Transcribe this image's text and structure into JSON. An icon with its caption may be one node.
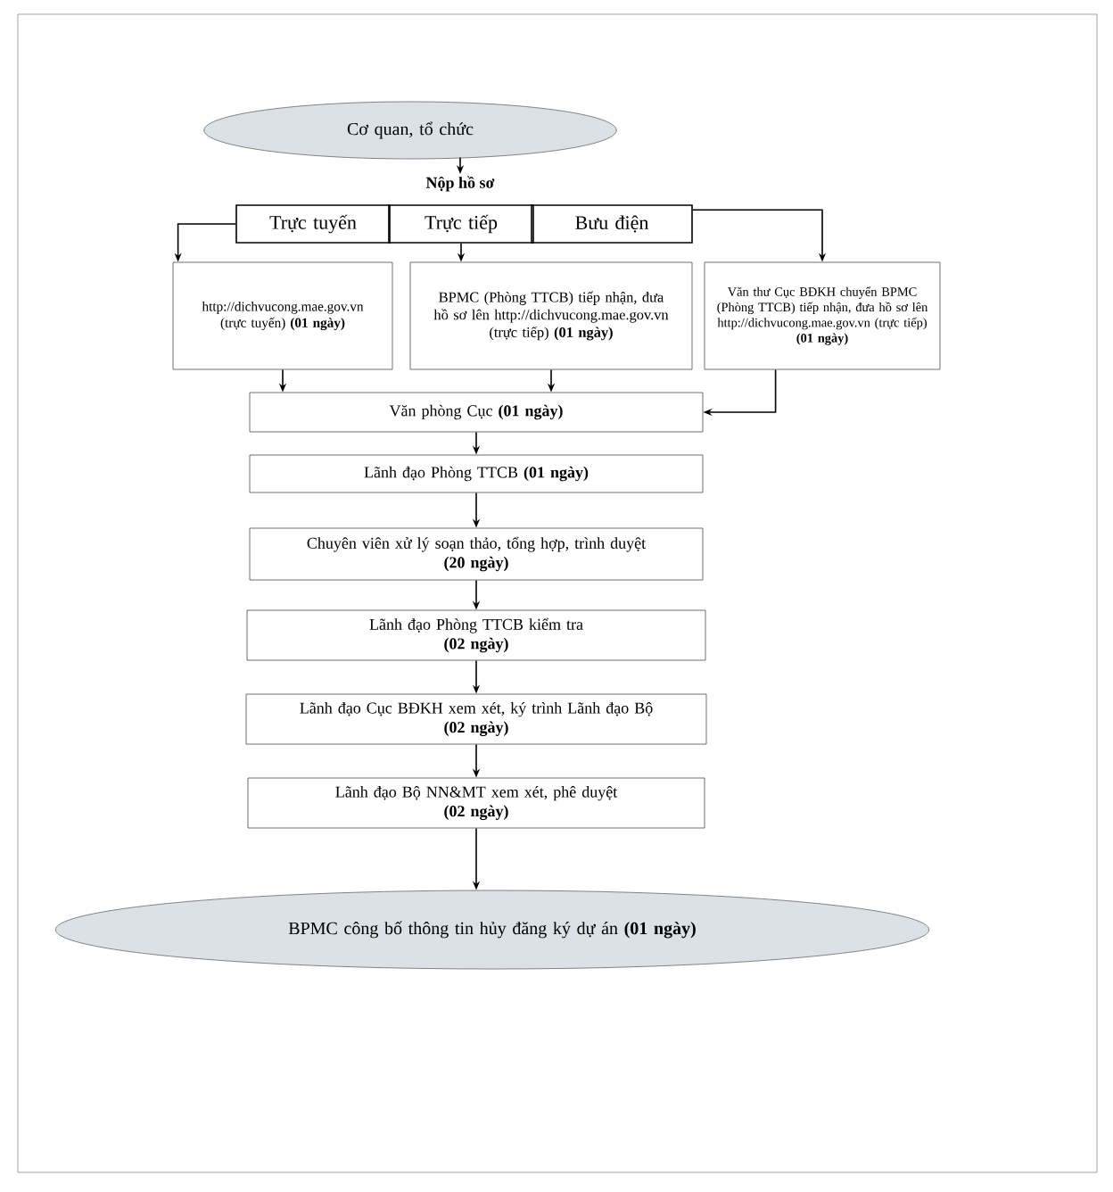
{
  "diagram": {
    "nodes": [
      {
        "text": [
          "Cơ quan, tổ chức"
        ]
      },
      {
        "text": [
          "Nộp hồ sơ"
        ]
      },
      {
        "text": [
          "Trực tuyến"
        ]
      },
      {
        "text": [
          "Trực tiếp"
        ]
      },
      {
        "text": [
          "Bưu điện"
        ]
      },
      {
        "text": [
          "http://dichvucong.mae.gov.vn (trực tuyến) **(01 ngày)**"
        ]
      },
      {
        "text": [
          "BPMC (Phòng TTCB) tiếp nhận, đưa hồ sơ lên http://dichvucong.mae.gov.vn (trực tiếp) **(01 ngày)**"
        ]
      },
      {
        "text": [
          "Văn thư Cục BĐKH chuyển BPMC (Phòng TTCB) tiếp nhận, đưa hồ sơ lên http://dichvucong.mae.gov.vn (trực tiếp)",
          "(01 ngày)"
        ]
      },
      {
        "text": [
          "Văn phòng Cục  **(01 ngày)**"
        ]
      },
      {
        "text": [
          "Lãnh đạo Phòng TTCB **(01 ngày)**"
        ]
      },
      {
        "text": [
          "Chuyên viên xử lý soạn thảo, tổng hợp, trình duyệt",
          "(20 ngày)"
        ]
      },
      {
        "text": [
          "Lãnh đạo Phòng TTCB kiểm tra",
          "(02 ngày)"
        ]
      },
      {
        "text": [
          "Lãnh đạo Cục BĐKH xem xét, ký trình Lãnh đạo Bộ",
          "(02 ngày)"
        ]
      },
      {
        "text": [
          "Lãnh đạo Bộ NN&MT xem xét, phê duyệt",
          "(02 ngày)"
        ]
      },
      {
        "text": [
          "BPMC công bố thông tin hủy đăng ký dự án **(01 ngày)**"
        ]
      }
    ],
    "edges": [
      {
        "from": 0,
        "to": 1,
        "arrow": "to"
      },
      {
        "from": 2,
        "to": 5,
        "arrow": "to"
      },
      {
        "from": 3,
        "to": 6,
        "arrow": "to"
      },
      {
        "from": 4,
        "to": 7,
        "arrow": "to"
      },
      {
        "from": 5,
        "to": 8,
        "arrow": "to"
      },
      {
        "from": 6,
        "to": 8,
        "arrow": "to"
      },
      {
        "from": 7,
        "to": 8,
        "arrow": "to"
      },
      {
        "from": 8,
        "to": 9,
        "arrow": "to"
      },
      {
        "from": 9,
        "to": 10,
        "arrow": "to"
      },
      {
        "from": 10,
        "to": 11,
        "arrow": "to"
      },
      {
        "from": 11,
        "to": 12,
        "arrow": "to"
      },
      {
        "from": 12,
        "to": 13,
        "arrow": "to"
      },
      {
        "from": 13,
        "to": 14,
        "arrow": "to"
      }
    ]
  }
}
